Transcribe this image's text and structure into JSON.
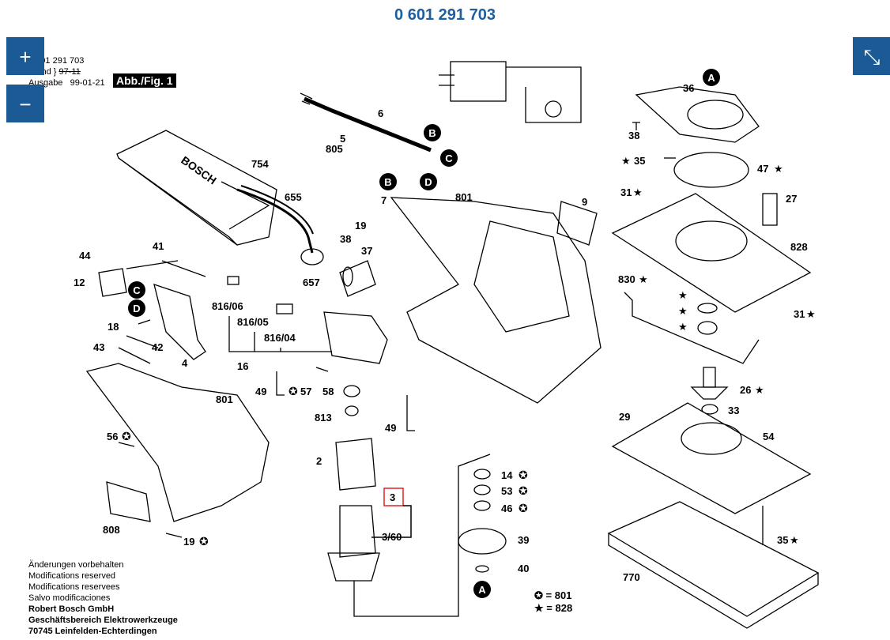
{
  "title": "0 601 291 703",
  "header": {
    "part_no": "0 601 291 703",
    "stand_label": "Stand",
    "ausgabe_label": "Ausgabe",
    "stand_value": "97-11",
    "ausgabe_value": "99-01-21",
    "fig_label": "Abb./Fig. 1"
  },
  "controls": {
    "zoom_in": "+",
    "zoom_out": "−",
    "collapse": "⤡"
  },
  "callouts": {
    "A": "A",
    "B": "B",
    "C": "C",
    "D": "D"
  },
  "parts": [
    {
      "id": "p754",
      "text": "754"
    },
    {
      "id": "p655",
      "text": "655"
    },
    {
      "id": "p657",
      "text": "657"
    },
    {
      "id": "p5",
      "text": "5"
    },
    {
      "id": "p805",
      "text": "805"
    },
    {
      "id": "p6",
      "text": "6"
    },
    {
      "id": "p7",
      "text": "7"
    },
    {
      "id": "p801a",
      "text": "801"
    },
    {
      "id": "p9",
      "text": "9"
    },
    {
      "id": "p19",
      "text": "19"
    },
    {
      "id": "p38a",
      "text": "38"
    },
    {
      "id": "p37",
      "text": "37"
    },
    {
      "id": "p44",
      "text": "44"
    },
    {
      "id": "p41",
      "text": "41"
    },
    {
      "id": "p12",
      "text": "12"
    },
    {
      "id": "p18",
      "text": "18"
    },
    {
      "id": "p43",
      "text": "43"
    },
    {
      "id": "p42",
      "text": "42"
    },
    {
      "id": "p4",
      "text": "4"
    },
    {
      "id": "p816_06",
      "text": "816/06"
    },
    {
      "id": "p816_05",
      "text": "816/05"
    },
    {
      "id": "p816_04",
      "text": "816/04"
    },
    {
      "id": "p16",
      "text": "16"
    },
    {
      "id": "p49a",
      "text": "49"
    },
    {
      "id": "p57",
      "text": "57"
    },
    {
      "id": "p58",
      "text": "58"
    },
    {
      "id": "p813",
      "text": "813"
    },
    {
      "id": "p49b",
      "text": "49"
    },
    {
      "id": "p2",
      "text": "2"
    },
    {
      "id": "p3",
      "text": "3"
    },
    {
      "id": "p3_60",
      "text": "3/60"
    },
    {
      "id": "p801b",
      "text": "801"
    },
    {
      "id": "p56",
      "text": "56"
    },
    {
      "id": "p808",
      "text": "808"
    },
    {
      "id": "p19b",
      "text": "19"
    },
    {
      "id": "p14",
      "text": "14"
    },
    {
      "id": "p53",
      "text": "53"
    },
    {
      "id": "p46",
      "text": "46"
    },
    {
      "id": "p39",
      "text": "39"
    },
    {
      "id": "p40",
      "text": "40"
    },
    {
      "id": "p36",
      "text": "36"
    },
    {
      "id": "p38b",
      "text": "38"
    },
    {
      "id": "p35a",
      "text": "35"
    },
    {
      "id": "p47",
      "text": "47"
    },
    {
      "id": "p31a",
      "text": "31"
    },
    {
      "id": "p27",
      "text": "27"
    },
    {
      "id": "p828",
      "text": "828"
    },
    {
      "id": "p830",
      "text": "830"
    },
    {
      "id": "p31b",
      "text": "31"
    },
    {
      "id": "p26",
      "text": "26"
    },
    {
      "id": "p33",
      "text": "33"
    },
    {
      "id": "p29",
      "text": "29"
    },
    {
      "id": "p54",
      "text": "54"
    },
    {
      "id": "p35b",
      "text": "35"
    },
    {
      "id": "p770",
      "text": "770"
    }
  ],
  "legend": {
    "circle_star": "= 801",
    "star": "= 828"
  },
  "footer": {
    "line1": "Änderungen vorbehalten",
    "line2": "Modifications reserved",
    "line3": "Modifications reservees",
    "line4": "Salvo modificaciones",
    "line5": "Robert Bosch GmbH",
    "line6": "Geschäftsbereich Elektrowerkzeuge",
    "line7": "70745 Leinfelden-Echterdingen"
  },
  "bag_text": "BOSCH"
}
